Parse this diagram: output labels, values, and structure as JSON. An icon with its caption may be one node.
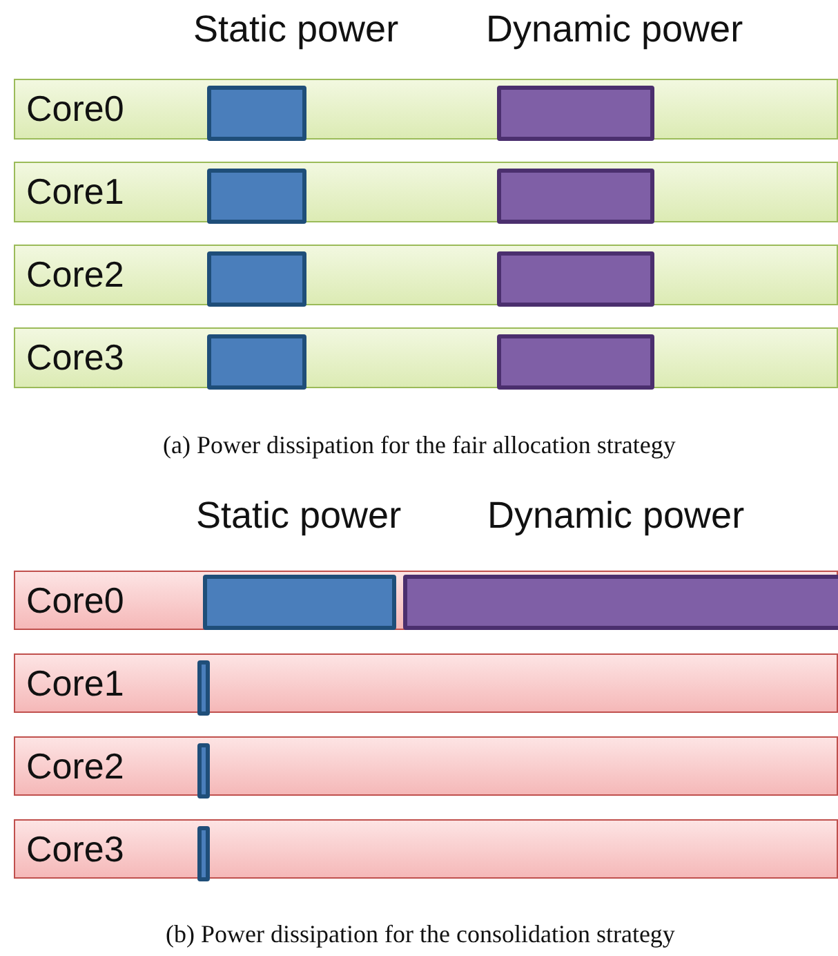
{
  "diagram": {
    "nodes": [
      {
        "text": [
          "Core0"
        ]
      },
      {
        "text": [],
        "shape": "bar",
        "in": 0
      },
      {
        "text": [],
        "shape": "bar",
        "in": 0
      },
      {
        "text": [
          "Core1"
        ]
      },
      {
        "text": [],
        "shape": "bar",
        "in": 3
      },
      {
        "text": [],
        "shape": "bar",
        "in": 3
      },
      {
        "text": [
          "Core2"
        ]
      },
      {
        "text": [],
        "shape": "bar",
        "in": 6
      },
      {
        "text": [],
        "shape": "bar",
        "in": 6
      },
      {
        "text": [
          "Core3"
        ]
      },
      {
        "text": [],
        "shape": "bar",
        "in": 9
      },
      {
        "text": [],
        "shape": "bar",
        "in": 9
      },
      {
        "text": [
          "Core0"
        ]
      },
      {
        "text": [],
        "shape": "bar",
        "in": 12
      },
      {
        "text": [],
        "shape": "bar",
        "in": 12
      },
      {
        "text": [
          "Core1"
        ]
      },
      {
        "text": [],
        "shape": "bar",
        "in": 15
      },
      {
        "text": [
          "Core2"
        ]
      },
      {
        "text": [],
        "shape": "bar",
        "in": 17
      },
      {
        "text": [
          "Core3"
        ]
      },
      {
        "text": [],
        "shape": "bar",
        "in": 19
      }
    ],
    "labels": [
      "Static power",
      "Dynamic power",
      "(a) Power dissipation for the fair allocation strategy",
      "Static power",
      "Dynamic power",
      "(b) Power dissipation for the consolidation strategy"
    ]
  }
}
